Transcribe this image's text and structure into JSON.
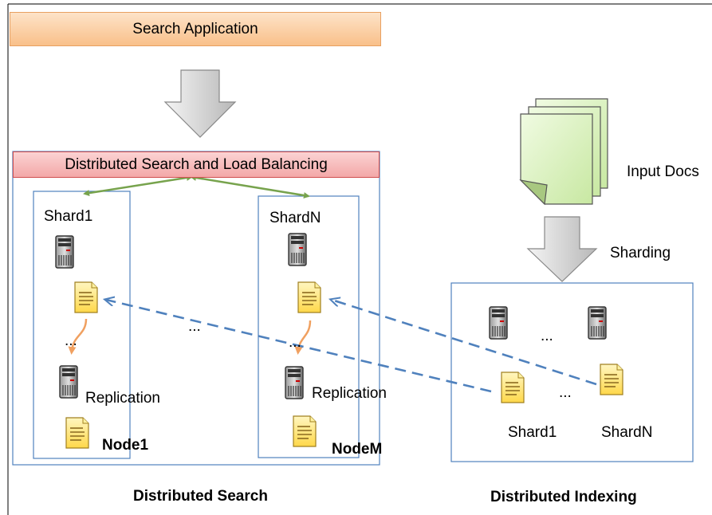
{
  "header": {
    "app_label": "Search Application",
    "load_balancer_label": "Distributed Search and Load Balancing"
  },
  "search_cluster": {
    "left_node": {
      "shard_label": "Shard1",
      "ellipsis": "...",
      "replication_label": "Replication",
      "node_label": "Node1"
    },
    "right_node": {
      "shard_label": "ShardN",
      "ellipsis": "...",
      "replication_label": "Replication",
      "node_label": "NodeM"
    },
    "middle_ellipsis": "...",
    "caption": "Distributed Search"
  },
  "indexing": {
    "input_docs_label": "Input Docs",
    "sharding_label": "Sharding",
    "servers_ellipsis": "...",
    "shards_ellipsis": "...",
    "shard1_label": "Shard1",
    "shardN_label": "ShardN",
    "caption": "Distributed Indexing"
  },
  "colors": {
    "box_border": "#4f81bd",
    "link_green": "#77a34d",
    "dashed_blue": "#4f81bd",
    "replication_orange": "#f0a060",
    "doc_yellow": "#ffe680",
    "input_docs_green": "#d7f0b8",
    "arrow_gray": "#d0d0d0"
  },
  "icons": [
    "server-icon",
    "document-icon",
    "stacked-documents-icon",
    "down-arrow-icon"
  ]
}
